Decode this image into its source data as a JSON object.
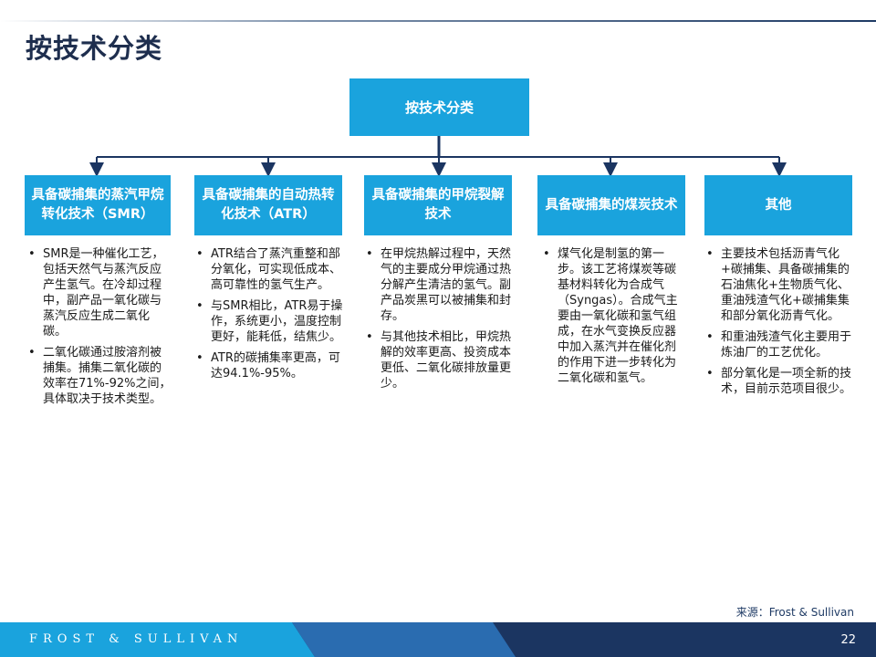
{
  "page_title": "按技术分类",
  "root": {
    "label": "按技术分类"
  },
  "columns": [
    {
      "title": "具备碳捕集的蒸汽甲烷转化技术（SMR）",
      "bullets": [
        "SMR是一种催化工艺，包括天然气与蒸汽反应产生氢气。在冷却过程中，副产品一氧化碳与蒸汽反应生成二氧化碳。",
        "二氧化碳通过胺溶剂被捕集。捕集二氧化碳的效率在71%-92%之间，具体取决于技术类型。"
      ]
    },
    {
      "title": "具备碳捕集的自动热转化技术（ATR）",
      "bullets": [
        "ATR结合了蒸汽重整和部分氧化，可实现低成本、高可靠性的氢气生产。",
        "与SMR相比，ATR易于操作，系统更小，温度控制更好，能耗低，结焦少。",
        "ATR的碳捕集率更高，可达94.1%-95%。"
      ]
    },
    {
      "title": "具备碳捕集的甲烷裂解技术",
      "bullets": [
        "在甲烷热解过程中，天然气的主要成分甲烷通过热分解产生清洁的氢气。副产品炭黑可以被捕集和封存。",
        "与其他技术相比，甲烷热解的效率更高、投资成本更低、二氧化碳排放量更少。"
      ]
    },
    {
      "title": "具备碳捕集的煤炭技术",
      "bullets": [
        "煤气化是制氢的第一步。该工艺将煤炭等碳基材料转化为合成气（Syngas）。合成气主要由一氧化碳和氢气组成，在水气变换反应器中加入蒸汽并在催化剂的作用下进一步转化为二氧化碳和氢气。"
      ]
    },
    {
      "title": "其他",
      "bullets": [
        "主要技术包括沥青气化+碳捕集、具备碳捕集的石油焦化+生物质气化、重油残渣气化+碳捕集集和部分氧化沥青气化。",
        "和重油残渣气化主要用于炼油厂的工艺优化。",
        "部分氧化是一项全新的技术，目前示范项目很少。"
      ]
    }
  ],
  "source": "来源：Frost & Sullivan",
  "footer": {
    "brand": "FROST & SULLIVAN",
    "page_number": "22"
  },
  "colors": {
    "box": "#1aa3dd",
    "navy": "#1b3561",
    "title": "#1e2e4e"
  }
}
